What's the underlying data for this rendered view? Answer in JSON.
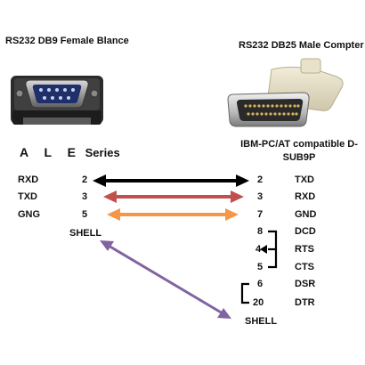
{
  "left_connector": {
    "title": "RS232 DB9 Female Blance",
    "series_letters": "A L E",
    "series_word": "Series",
    "pins": [
      {
        "signal": "RXD",
        "pin": "2"
      },
      {
        "signal": "TXD",
        "pin": "3"
      },
      {
        "signal": "GNG",
        "pin": "5"
      }
    ],
    "shell": "SHELL"
  },
  "right_connector": {
    "title": "RS232 DB25 Male Compter",
    "subtitle": "IBM-PC/AT compatible D-SUB9P",
    "pins": [
      {
        "pin": "2",
        "signal": "TXD"
      },
      {
        "pin": "3",
        "signal": "RXD"
      },
      {
        "pin": "7",
        "signal": "GND"
      },
      {
        "pin": "8",
        "signal": "DCD"
      },
      {
        "pin": "4",
        "signal": "RTS"
      },
      {
        "pin": "5",
        "signal": "CTS"
      },
      {
        "pin": "6",
        "signal": "DSR"
      },
      {
        "pin": "20",
        "signal": "DTR"
      }
    ],
    "shell": "SHELL"
  },
  "wire_colors": {
    "rxd_txd": "#000000",
    "txd_rxd": "#c0504d",
    "gnd": "#f79646",
    "shell": "#8064a2"
  }
}
